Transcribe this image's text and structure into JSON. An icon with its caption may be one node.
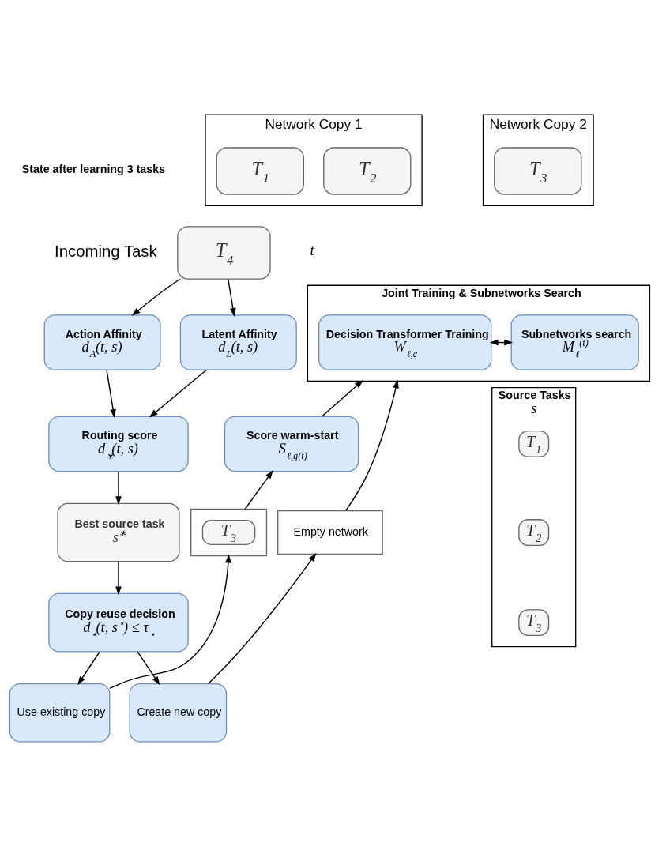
{
  "diagram": {
    "nodes": [
      {
        "text": [
          "Network Copy 1"
        ]
      },
      {
        "text": [
          "T$_{1}$"
        ],
        "in": 0
      },
      {
        "text": [
          "T$_{2}$"
        ],
        "in": 0
      },
      {
        "text": [
          "Network Copy 2"
        ]
      },
      {
        "text": [
          "T$_{3}$"
        ],
        "in": 3
      },
      {
        "text": [
          "T$_{4}$"
        ],
        "beside": [
          "Incoming Task",
          "t"
        ]
      },
      {
        "text": [
          "Action Affinity",
          "d$_{A}$(t, s)"
        ]
      },
      {
        "text": [
          "Latent Affinity",
          "d$_{L}$(t, s)"
        ]
      },
      {
        "text": [
          "Joint Training & Subnetworks Search"
        ]
      },
      {
        "text": [
          "Decision Transformer Training",
          "W$_{ℓ,c}$"
        ],
        "in": 8
      },
      {
        "text": [
          "Subnetworks search",
          "M$_{ℓ}$$^{(t)}$"
        ],
        "in": 8
      },
      {
        "text": [
          "Source Tasks",
          "s"
        ]
      },
      {
        "text": [
          "T$_{1}$"
        ],
        "in": 11
      },
      {
        "text": [
          "T$_{2}$"
        ],
        "in": 11
      },
      {
        "text": [
          "T$_{3}$"
        ],
        "in": 11
      },
      {
        "text": [
          "Routing score",
          "d$_{∗}$(t, s)"
        ]
      },
      {
        "text": [
          "Score warm-start",
          "S$_{ℓ,g(t)}$"
        ]
      },
      {
        "text": [],
        "shape": "box"
      },
      {
        "text": [
          "T$_{3}$"
        ],
        "in": 17
      },
      {
        "text": [
          "Empty network"
        ]
      },
      {
        "text": [
          "Best source task",
          "s$^{∗}$"
        ]
      },
      {
        "text": [
          "Copy reuse decision",
          "d$_{⋆}$(t, s$^{⋆}$) ≤ τ$_{⋆}$"
        ]
      },
      {
        "text": [
          "Use existing copy"
        ]
      },
      {
        "text": [
          "Create new copy"
        ]
      }
    ],
    "edges": [
      {
        "from": 5,
        "to": 6,
        "arrow": "to"
      },
      {
        "from": 5,
        "to": 7,
        "arrow": "to"
      },
      {
        "from": 6,
        "to": 15,
        "arrow": "to"
      },
      {
        "from": 7,
        "to": 15,
        "arrow": "to"
      },
      {
        "from": 9,
        "to": 10,
        "arrow": "both"
      },
      {
        "from": 15,
        "to": 20,
        "arrow": "to"
      },
      {
        "from": 20,
        "to": 21,
        "arrow": "to"
      },
      {
        "from": 21,
        "to": 22,
        "arrow": "to"
      },
      {
        "from": 21,
        "to": 23,
        "arrow": "to"
      },
      {
        "from": 22,
        "to": 17,
        "arrow": "to"
      },
      {
        "from": 23,
        "to": 19,
        "arrow": "to"
      },
      {
        "from": 17,
        "to": 16,
        "arrow": "to"
      },
      {
        "from": 16,
        "to": 8,
        "arrow": "to"
      },
      {
        "from": 19,
        "to": 8,
        "arrow": "to"
      }
    ],
    "labels": [
      "State after learning 3 tasks"
    ]
  }
}
